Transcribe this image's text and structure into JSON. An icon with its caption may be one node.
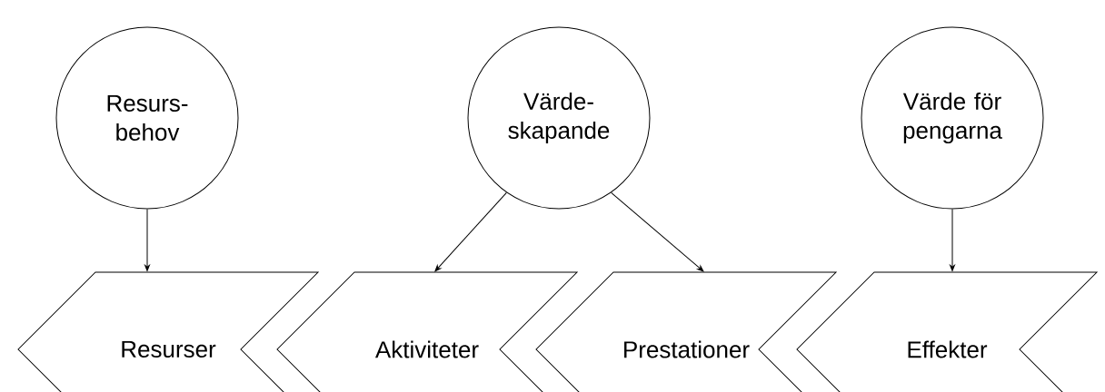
{
  "diagram": {
    "nodes": [
      {
        "text": [
          "Resurs-behov"
        ]
      },
      {
        "text": [
          "Värde-skapande"
        ]
      },
      {
        "text": [
          "Värde för pengarna"
        ]
      },
      {
        "text": [
          "Resurser"
        ]
      },
      {
        "text": [
          "Aktiviteter"
        ]
      },
      {
        "text": [
          "Prestationer"
        ]
      },
      {
        "text": [
          "Effekter"
        ]
      }
    ],
    "edges": [
      {
        "from": 0,
        "to": 3,
        "arrow": "to"
      },
      {
        "from": 1,
        "to": 4,
        "arrow": "to"
      },
      {
        "from": 1,
        "to": 5,
        "arrow": "to"
      },
      {
        "from": 2,
        "to": 6,
        "arrow": "to"
      }
    ]
  }
}
